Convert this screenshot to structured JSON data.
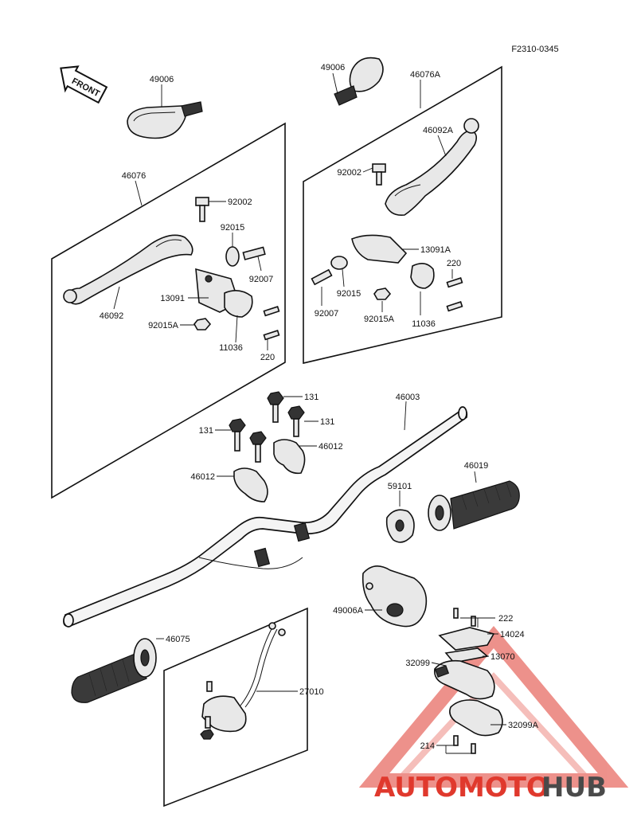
{
  "diagram_code": "F2310-0345",
  "front_marker": "FRONT",
  "parts": {
    "p49006_left": "49006",
    "p49006_right": "49006",
    "p46076A": "46076A",
    "p46076": "46076",
    "p46092A": "46092A",
    "p92002_right": "92002",
    "p92002_left": "92002",
    "p92015_left": "92015",
    "p92007_left": "92007",
    "p13091A": "13091A",
    "p220_right": "220",
    "p92015_right": "92015",
    "p92007_right": "92007",
    "p92015A_right": "92015A",
    "p11036_right": "11036",
    "p46092": "46092",
    "p13091": "13091",
    "p92015A_left": "92015A",
    "p11036_left": "11036",
    "p220_left": "220",
    "p131_top": "131",
    "p131_right": "131",
    "p131_left": "131",
    "p46003": "46003",
    "p46012_right": "46012",
    "p46012_left": "46012",
    "p46019": "46019",
    "p59101": "59101",
    "p46075": "46075",
    "p49006A": "49006A",
    "p222": "222",
    "p14024": "14024",
    "p13070": "13070",
    "p32099": "32099",
    "p27010": "27010",
    "p32099A": "32099A",
    "p214": "214"
  },
  "watermark": {
    "part1": "AUTOMOTO",
    "part2": "HUB",
    "accent_color": "#e0392d",
    "text_color": "#4a4a4a"
  }
}
